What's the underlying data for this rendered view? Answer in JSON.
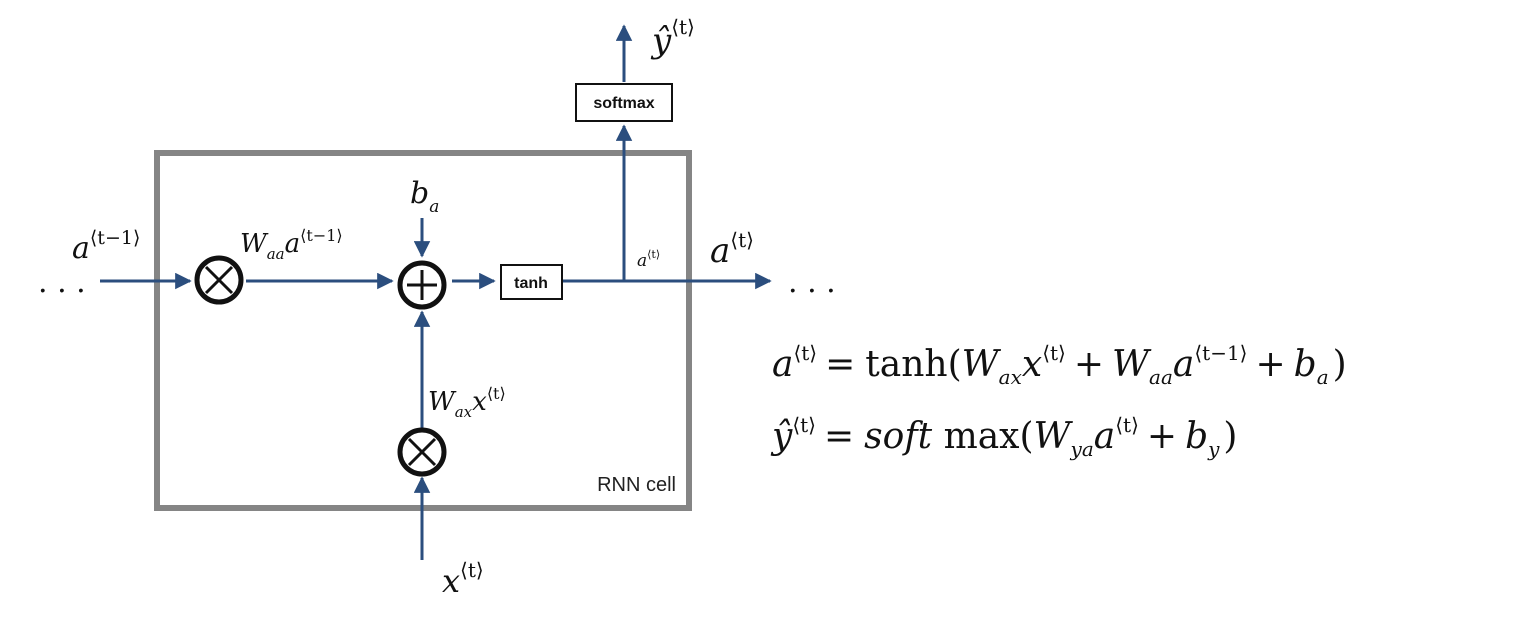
{
  "diagram": {
    "cell_label": "RNN cell",
    "tanh_label": "tanh",
    "softmax_label": "softmax",
    "ellipsis_left": ". . .",
    "ellipsis_right": ". . .",
    "input_prev_state": {
      "base": "a",
      "sup": "⟨t−1⟩"
    },
    "bias": {
      "base": "b",
      "sub": "a"
    },
    "input_x": {
      "base": "x",
      "sup": "⟨t⟩"
    },
    "output_y": {
      "base": "ŷ",
      "sup": "⟨t⟩"
    },
    "output_state": {
      "base": "a",
      "sup": "⟨t⟩"
    },
    "inner_state": {
      "base": "a",
      "sup": "⟨t⟩"
    },
    "waa_term": {
      "w": "W",
      "w_sub": "aa",
      "base": "a",
      "sup": "⟨t−1⟩"
    },
    "wax_term": {
      "w": "W",
      "w_sub": "ax",
      "base": "x",
      "sup": "⟨t⟩"
    },
    "multiply_symbol": "⊗",
    "add_symbol": "⊕"
  },
  "equations": {
    "eq1": {
      "lhs": "a",
      "lhs_sup": "⟨t⟩",
      "eq": "=",
      "fn": "tanh(",
      "w1": "W",
      "w1_sub": "ax",
      "x1": "x",
      "x1_sup": "⟨t⟩",
      "plus1": "+",
      "w2": "W",
      "w2_sub": "aa",
      "a2": "a",
      "a2_sup": "⟨t−1⟩",
      "plus2": "+",
      "b": "b",
      "b_sub": "a",
      "close": ")"
    },
    "eq2": {
      "lhs": "ŷ",
      "lhs_sup": "⟨t⟩",
      "eq": "=",
      "fn_soft": "soft",
      "fn_max": " max(",
      "w": "W",
      "w_sub": "ya",
      "a": "a",
      "a_sup": "⟨t⟩",
      "plus": "+",
      "b": "b",
      "b_sub": "y",
      "close": ")"
    }
  },
  "colors": {
    "arrow": "#2b4e7e",
    "cell_border": "#858585",
    "text": "#111111"
  }
}
